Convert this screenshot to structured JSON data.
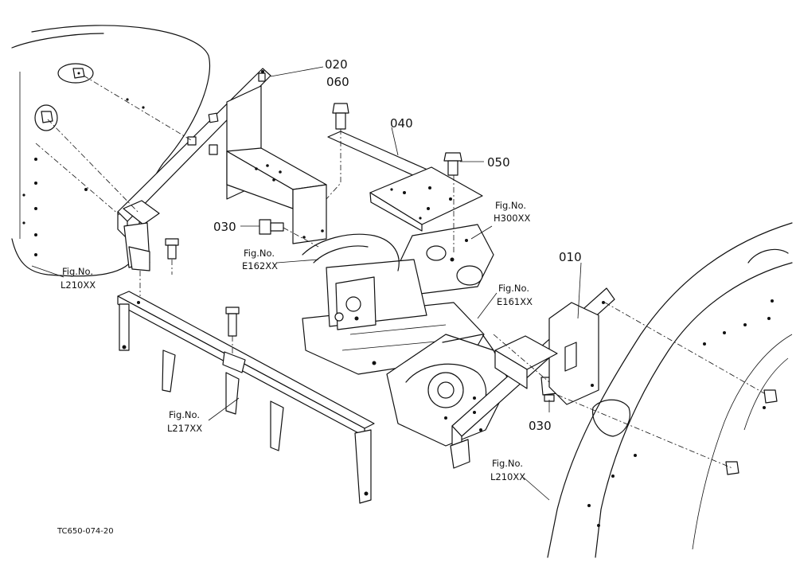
{
  "drawing": {
    "code": "TC650-074-20",
    "parts": {
      "p010": "010",
      "p020": "020",
      "p030a": "030",
      "p030b": "030",
      "p040": "040",
      "p050": "050",
      "p060": "060"
    },
    "refs": {
      "h300": {
        "title": "Fig.No.",
        "code": "H300XX"
      },
      "e162": {
        "title": "Fig.No.",
        "code": "E162XX"
      },
      "e161": {
        "title": "Fig.No.",
        "code": "E161XX"
      },
      "l210a": {
        "title": "Fig.No.",
        "code": "L210XX"
      },
      "l210b": {
        "title": "Fig.No.",
        "code": "L210XX"
      },
      "l217": {
        "title": "Fig.No.",
        "code": "L217XX"
      }
    }
  }
}
